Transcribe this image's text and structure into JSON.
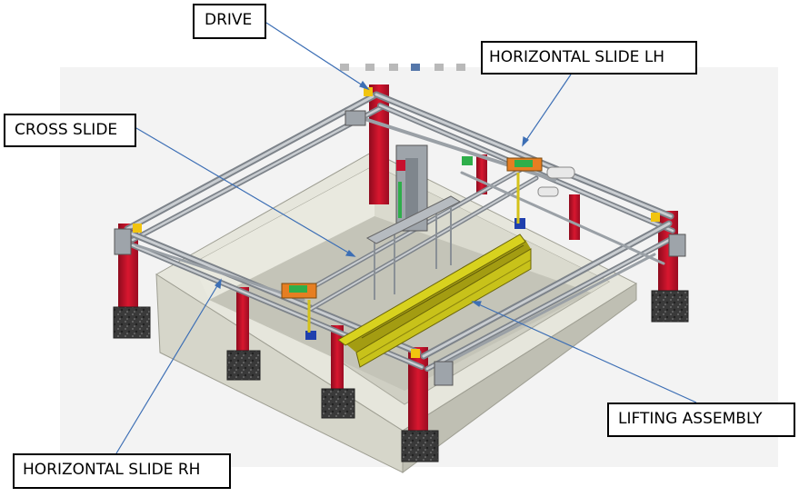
{
  "labels": {
    "drive": "DRIVE",
    "horizontal_slide_lh": "HORIZONTAL SLIDE LH",
    "cross_slide": "CROSS SLIDE",
    "lifting_assembly": "LIFTING ASSEMBLY",
    "horizontal_slide_rh": "HORIZONTAL SLIDE RH"
  },
  "colors": {
    "leader_line": "#3d6fb5",
    "column": "#c8102e",
    "rail": "#a9aeb3",
    "tank_wall": "#dcdcd0",
    "tank_inner": "#c9c9bd",
    "base_block": "#3a3a3a",
    "lifting_beam": "#c8c21a",
    "slide_block": "#e67e22",
    "accent_green": "#2eae4a",
    "accent_blue": "#1f3fae",
    "cad_background": "#f2f2f2"
  }
}
